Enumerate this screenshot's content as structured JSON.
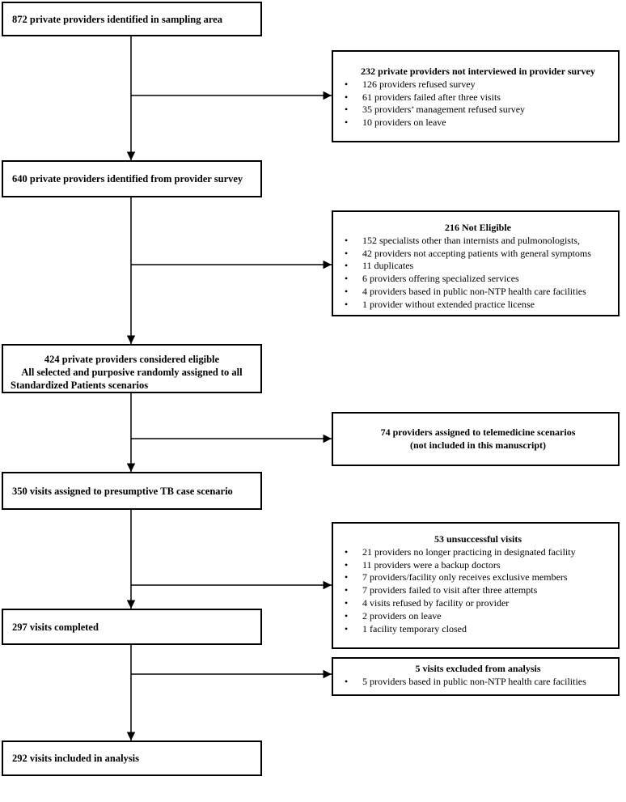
{
  "main_boxes": {
    "identified": "872 private providers identified in sampling area",
    "survey": "640 private providers identified from provider survey",
    "eligible": [
      "424 private providers considered eligible",
      "All selected and purposive randomly assigned to all",
      "Standardized Patients scenarios"
    ],
    "assigned": "350 visits assigned to presumptive TB case scenario",
    "completed": "297 visits completed",
    "included": "292 visits included in analysis"
  },
  "side_boxes": {
    "not_interviewed": {
      "title": "232 private providers not interviewed in provider survey",
      "items": [
        "126 providers refused survey",
        "61 providers failed after three visits",
        "35 providers’ management refused survey",
        "10 providers on leave"
      ]
    },
    "not_eligible": {
      "title": "216 Not Eligible",
      "items": [
        "152 specialists other than internists and pulmonologists,",
        "42 providers not accepting patients with general symptoms",
        "11 duplicates",
        "6 providers offering specialized services",
        "4 providers based in public non-NTP health care facilities",
        "1 provider without extended practice license"
      ]
    },
    "telemedicine": [
      "74 providers assigned to telemedicine scenarios",
      "(not included in this manuscript)"
    ],
    "unsuccessful": {
      "title": "53 unsuccessful visits",
      "items": [
        "21 providers no longer practicing in designated facility",
        "11 providers were a backup doctors",
        "7 providers/facility only receives exclusive members",
        "7 providers failed to visit after three attempts",
        "4 visits refused by facility or provider",
        "2 providers on leave",
        "1 facility temporary closed"
      ]
    },
    "excluded": {
      "title": "5 visits excluded from analysis",
      "items": [
        "5 providers based in public non-NTP health care facilities"
      ]
    }
  }
}
